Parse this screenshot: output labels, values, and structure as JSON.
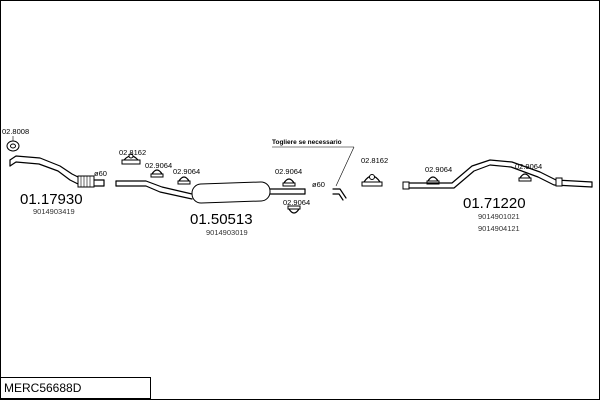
{
  "reference": "MERC56688D",
  "note": "Togliere se necessario",
  "parts": {
    "front_pipe": {
      "code": "01.17930",
      "number": "9014903419"
    },
    "middle_silencer": {
      "code": "01.50513",
      "number": "9014903019"
    },
    "rear_pipe": {
      "code": "01.71220",
      "number_1": "9014901021",
      "number_2": "9014904121"
    }
  },
  "fittings": {
    "gasket": "02.8008",
    "mount_1": "02.8162",
    "clamp_1": "02.9064",
    "clamp_2": "02.9064",
    "clamp_3": "02.9064",
    "clamp_4": "02.9064",
    "mount_2": "02.8162",
    "clamp_5": "02.9064",
    "clamp_6": "02.9064"
  },
  "diameters": {
    "d1": "ø60",
    "d2": "ø60"
  }
}
